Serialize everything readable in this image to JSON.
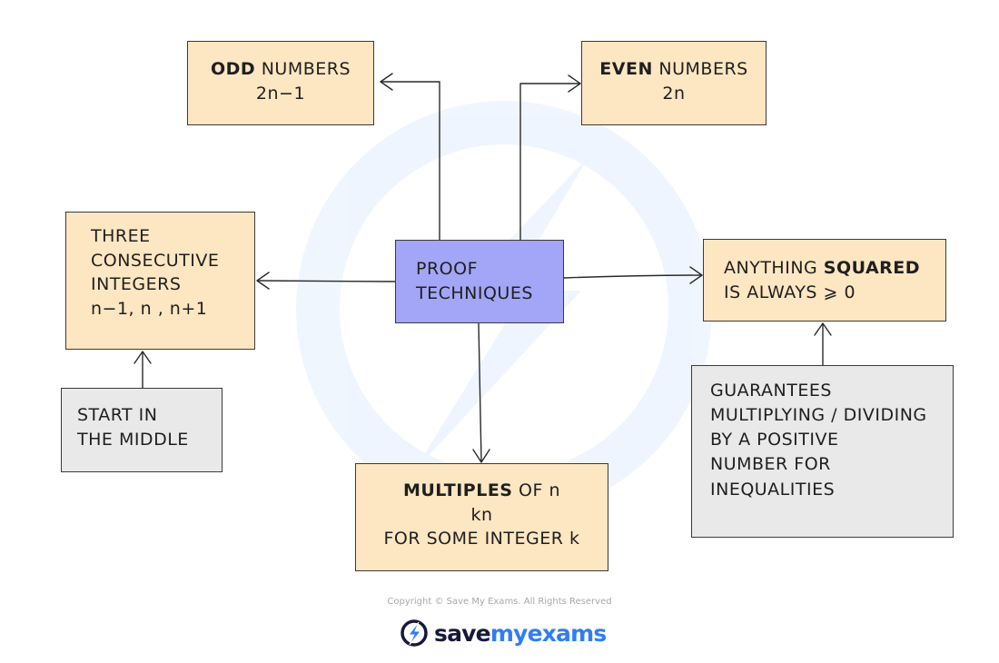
{
  "nodes": {
    "odd": {
      "line1_bold": "ODD",
      "line1_rest": " NUMBERS",
      "line2": "2n−1"
    },
    "even": {
      "line1_bold": "EVEN",
      "line1_rest": " NUMBERS",
      "line2": "2n"
    },
    "three": {
      "line1": "THREE",
      "line2": "CONSECUTIVE",
      "line3": "INTEGERS",
      "line4": "n−1, n , n+1"
    },
    "proof": {
      "line1": "PROOF",
      "line2": "TECHNIQUES"
    },
    "squared": {
      "line1_pre": "ANYTHING ",
      "line1_bold": "SQUARED",
      "line2": "IS  ALWAYS ⩾ 0"
    },
    "start": {
      "line1": "START  IN",
      "line2": "THE  MIDDLE"
    },
    "multiples": {
      "line1_bold": "MULTIPLES",
      "line1_rest": "  OF  n",
      "line2": "kn",
      "line3": "FOR  SOME  INTEGER  k"
    },
    "guarantees": {
      "line1": "GUARANTEES",
      "line2": "MULTIPLYING / DIVIDING",
      "line3": "BY  A  POSITIVE",
      "line4": "NUMBER  FOR",
      "line5": "INEQUALITIES"
    }
  },
  "footer": {
    "copyright": "Copyright © Save My Exams. All Rights Reserved",
    "logo_word1": "save",
    "logo_word2": "my",
    "logo_word3": "exams"
  },
  "colors": {
    "peach": "#fde6c2",
    "grey": "#e9e9e9",
    "blue": "#a3a6f7",
    "brand_dark": "#151a3a",
    "brand_blue": "#2f7df6"
  },
  "icons": {
    "watermark": "lightning-bolt-icon",
    "logo": "lightning-bolt-logo-icon"
  }
}
